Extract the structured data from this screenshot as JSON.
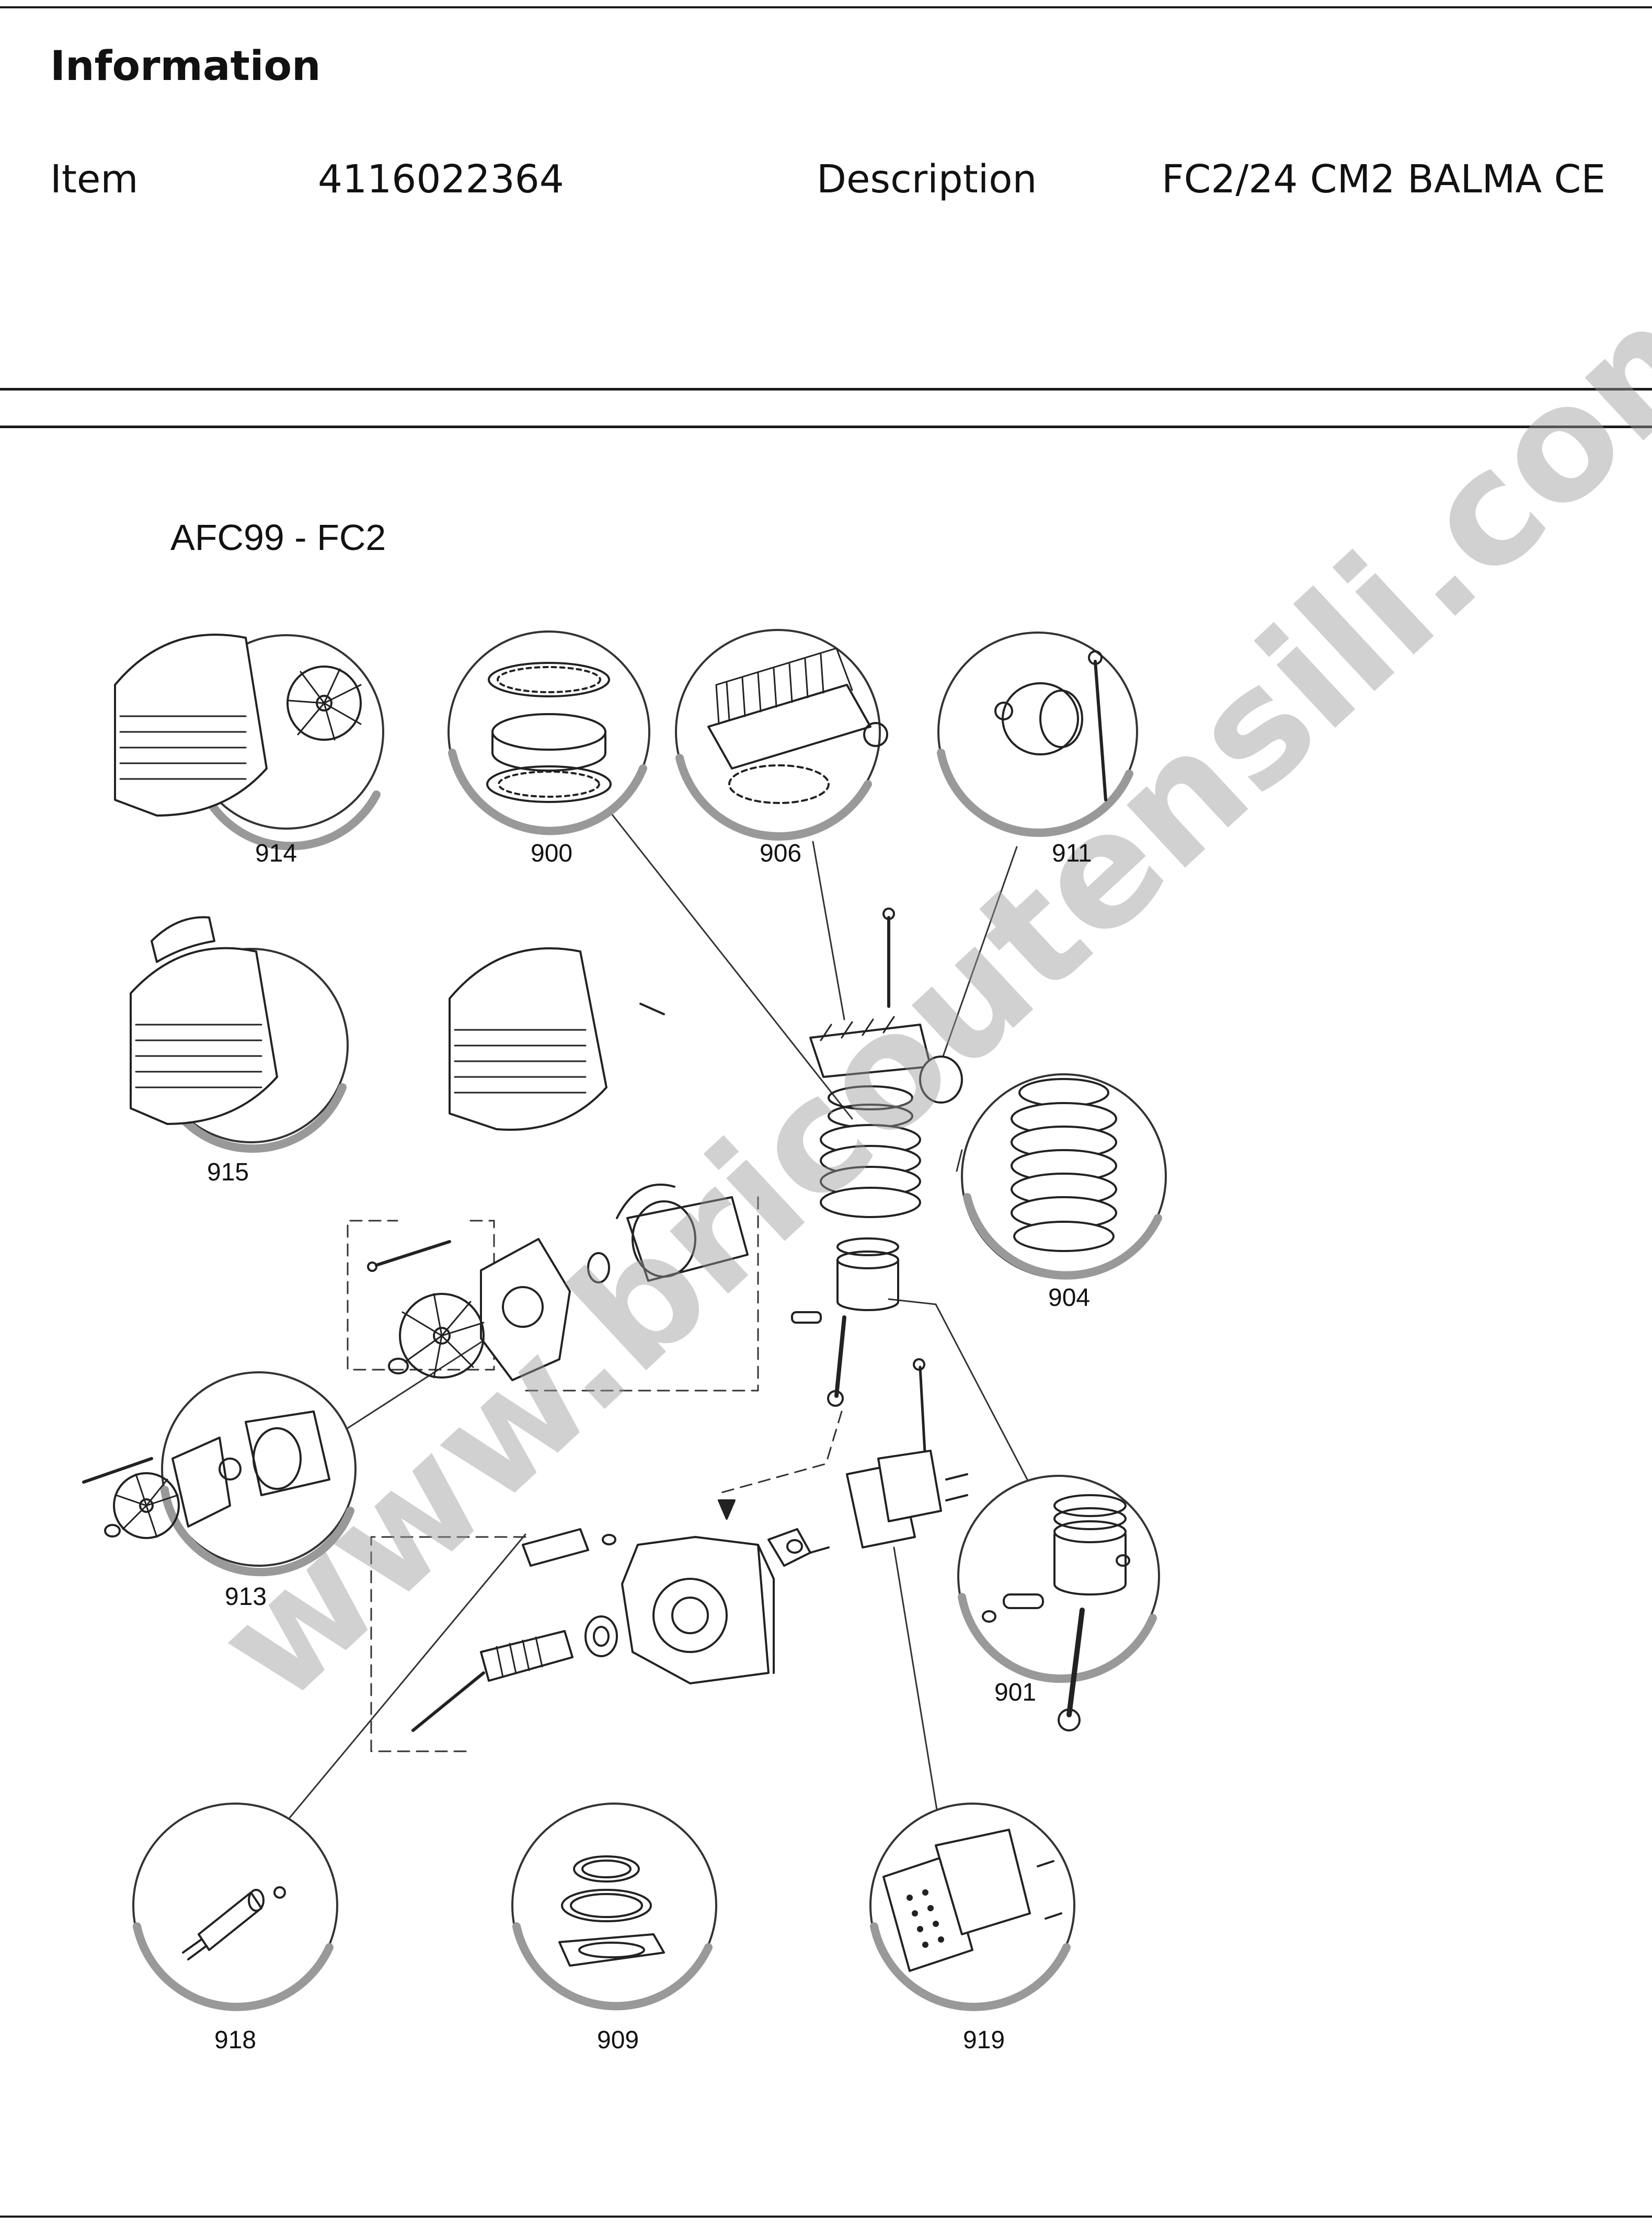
{
  "header": {
    "heading": "Information",
    "item_label": "Item",
    "item_value": "4116022364",
    "description_label": "Description",
    "description_value": "FC2/24 CM2 BALMA CE"
  },
  "diagram": {
    "title": "AFC99 - FC2",
    "watermark": "www.bricoutensili.com",
    "callouts": [
      "914",
      "900",
      "906",
      "911",
      "915",
      "904",
      "913",
      "901",
      "918",
      "909",
      "919"
    ]
  }
}
